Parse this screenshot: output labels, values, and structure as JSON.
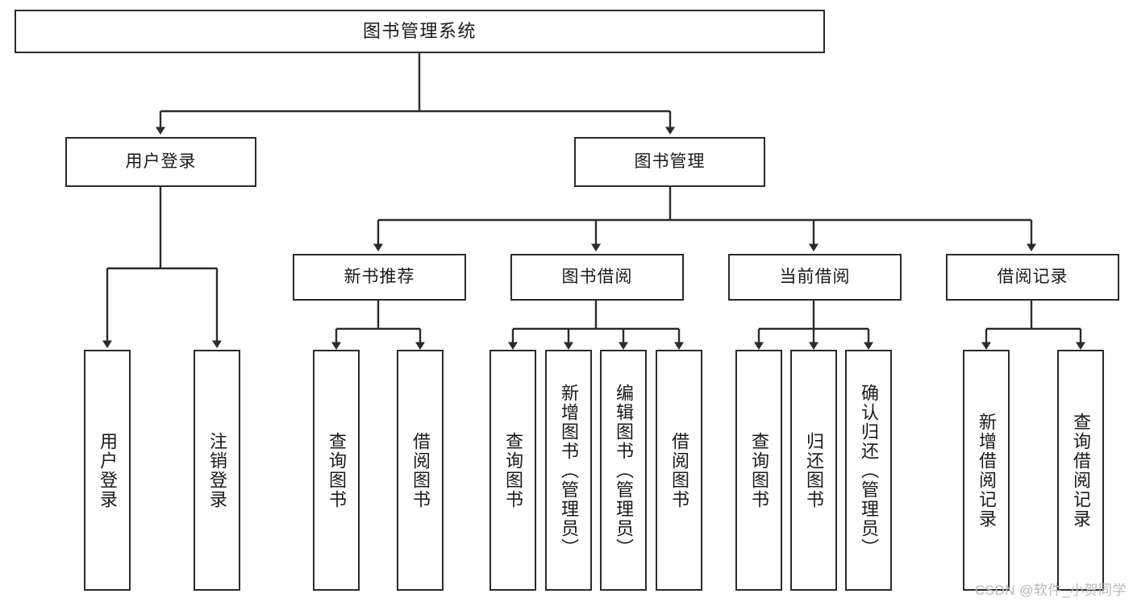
{
  "diagram": {
    "title": "图书管理系统",
    "type": "tree",
    "watermark": "CSDN @软件_小贺同学",
    "colors": {
      "node_border": "#2b2b2b",
      "node_fill": "#ffffff",
      "edge": "#2b2b2b",
      "text": "#1a1a1a",
      "watermark": "#b9b9b9",
      "background": "#ffffff"
    },
    "root": {
      "label": "图书管理系统"
    },
    "level2": [
      {
        "label": "用户登录"
      },
      {
        "label": "图书管理"
      }
    ],
    "level3": [
      {
        "label": "新书推荐"
      },
      {
        "label": "图书借阅"
      },
      {
        "label": "当前借阅"
      },
      {
        "label": "借阅记录"
      }
    ],
    "leaves": {
      "user_login": [
        {
          "label": "用户登录"
        },
        {
          "label": "注销登录"
        }
      ],
      "new_books": [
        {
          "label": "查询图书"
        },
        {
          "label": "借阅图书"
        }
      ],
      "borrow": [
        {
          "label": "查询图书"
        },
        {
          "label": "新增图书（管理员）"
        },
        {
          "label": "编辑图书（管理员）"
        },
        {
          "label": "借阅图书"
        }
      ],
      "current": [
        {
          "label": "查询图书"
        },
        {
          "label": "归还图书"
        },
        {
          "label": "确认归还（管理员）"
        }
      ],
      "records": [
        {
          "label": "新增借阅记录"
        },
        {
          "label": "查询借阅记录"
        }
      ]
    }
  }
}
